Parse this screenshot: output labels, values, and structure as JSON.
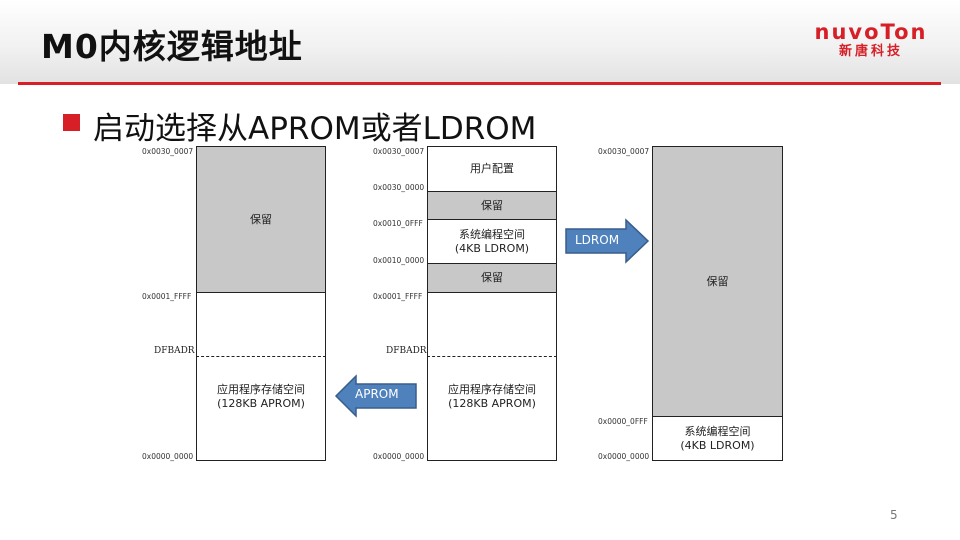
{
  "header": {
    "title": "M0内核逻辑地址",
    "logo_text": "nuvoTon",
    "logo_subtext": "新唐科技"
  },
  "bullet": {
    "text": "启动选择从APROM或者LDROM"
  },
  "left_map": {
    "addr_top": "0x0030_0007",
    "addr_mid": "0x0001_FFFF",
    "addr_bottom": "0x0000_0000",
    "dfbadr": "DFBADR",
    "reserved": "保留",
    "aprom_line1": "应用程序存储空间",
    "aprom_line2": "(128KB APROM)"
  },
  "middle_map": {
    "addr_1": "0x0030_0007",
    "addr_2": "0x0030_0000",
    "addr_3": "0x0010_0FFF",
    "addr_4": "0x0010_0000",
    "addr_5": "0x0001_FFFF",
    "addr_6": "0x0000_0000",
    "dfbadr": "DFBADR",
    "user_config": "用户配置",
    "reserved_1": "保留",
    "ldrom_line1": "系统编程空间",
    "ldrom_line2": "(4KB LDROM)",
    "reserved_2": "保留",
    "aprom_line1": "应用程序存储空间",
    "aprom_line2": "(128KB APROM)"
  },
  "right_map": {
    "addr_top": "0x0030_0007",
    "addr_mid": "0x0000_0FFF",
    "addr_bottom": "0x0000_0000",
    "reserved": "保留",
    "ldrom_line1": "系统编程空间",
    "ldrom_line2": "(4KB LDROM)"
  },
  "arrows": {
    "aprom_label": "APROM",
    "ldrom_label": "LDROM",
    "fill_color": "#4f81bd",
    "stroke_color": "#385d8a"
  },
  "colors": {
    "accent": "#d61f26",
    "reserved_gray": "#c8c8c8"
  },
  "page_number": "5"
}
